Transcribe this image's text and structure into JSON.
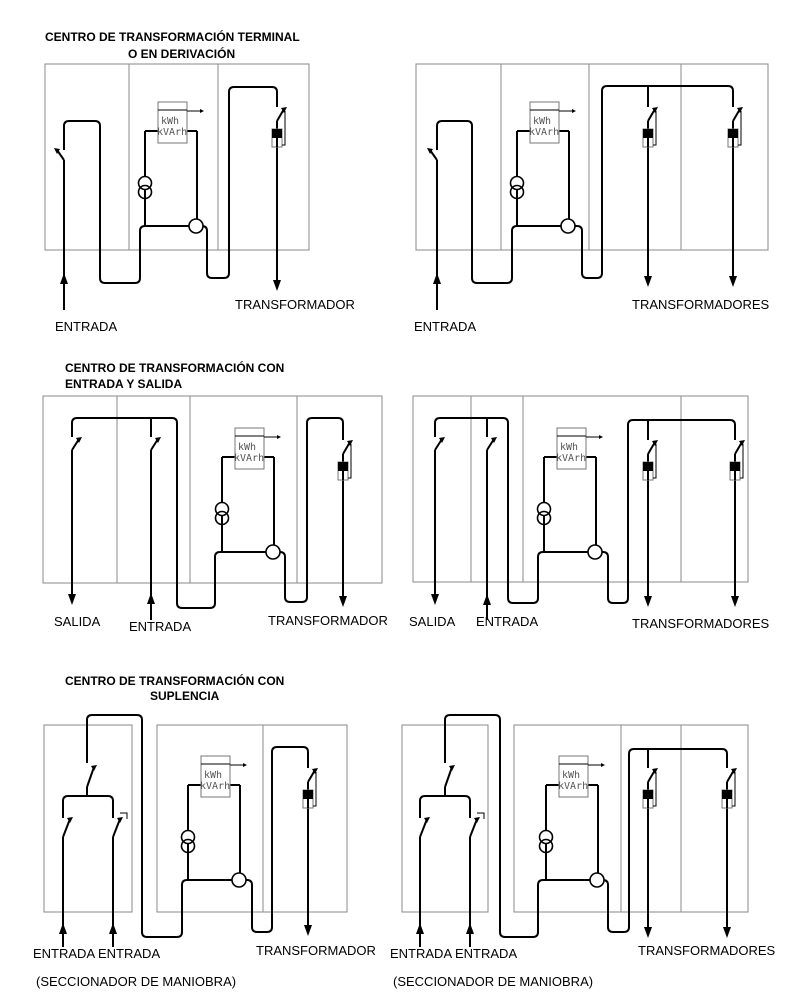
{
  "sections": [
    {
      "title_line1": "CENTRO DE TRANSFORMACIÓN TERMINAL",
      "title_line2": "O EN DERIVACIÓN"
    },
    {
      "title_line1": "CENTRO DE TRANSFORMACIÓN CON",
      "title_line2": "ENTRADA Y SALIDA"
    },
    {
      "title_line1": "CENTRO DE TRANSFORMACIÓN CON",
      "title_line2": "SUPLENCIA"
    }
  ],
  "labels": {
    "entrada": "ENTRADA",
    "salida": "SALIDA",
    "transformador": "TRANSFORMADOR",
    "transformadores": "TRANSFORMADORES",
    "seccionador": "(SECCIONADOR DE MANIOBRA)"
  },
  "meter": {
    "line1": "kWh",
    "line2": "kVArh"
  }
}
